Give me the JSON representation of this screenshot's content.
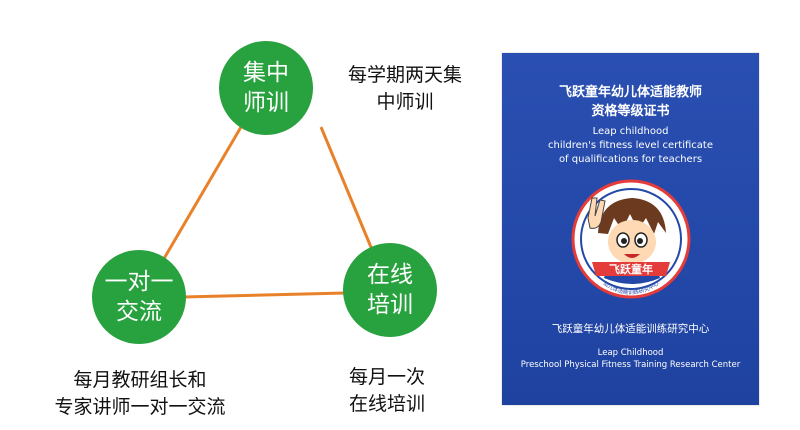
{
  "nodes": {
    "top": {
      "line1": "集中",
      "line2": "师训"
    },
    "left": {
      "line1": "一对一",
      "line2": "交流"
    },
    "right": {
      "line1": "在线",
      "line2": "培训"
    }
  },
  "captions": {
    "top": {
      "line1": "每学期两天集",
      "line2": "中师训"
    },
    "left": {
      "line1": "每月教研组长和",
      "line2": "专家讲师一对一交流"
    },
    "right": {
      "line1": "每月一次",
      "line2": "在线培训"
    }
  },
  "certificate": {
    "cn_title_1": "飞跃童年幼儿体适能教师",
    "cn_title_2": "资格等级证书",
    "en_title_1": "Leap childhood",
    "en_title_2": "children's fitness level certificate",
    "en_title_3": "of qualifications for teachers",
    "emblem_text": "飞跃童年",
    "emblem_ring_text": "幼儿体适能训练研究中心",
    "cn_center": "飞跃童年幼儿体适能训练研究中心",
    "en_center_1": "Leap Childhood",
    "en_center_2": "Preschool Physical Fitness Training Research Center"
  },
  "colors": {
    "node_green": "#27a23e",
    "edge_orange": "#e8812a",
    "cert_blue": "#2348a8"
  }
}
